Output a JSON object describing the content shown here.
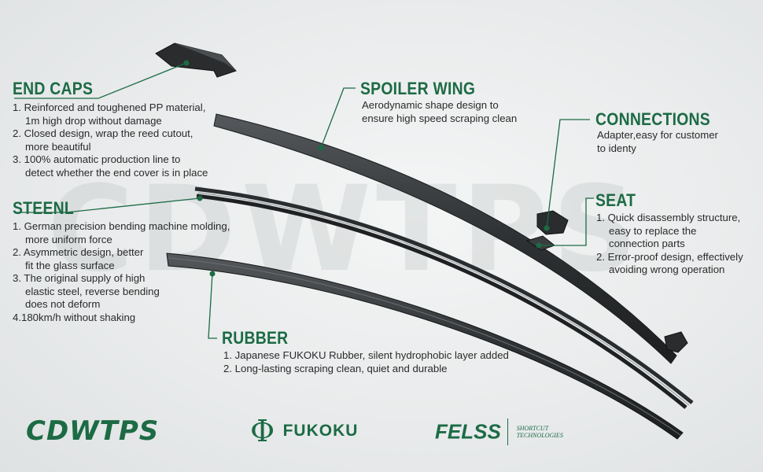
{
  "watermark": "CDWTPS",
  "sections": {
    "end_caps": {
      "title": "END CAPS",
      "lines": [
        "1. Reinforced and toughened PP material,",
        "1m high drop without damage",
        "2. Closed design, wrap the reed cutout,",
        "more beautiful",
        "3. 100% automatic production line to",
        "detect whether the end cover is in place"
      ]
    },
    "spoiler_wing": {
      "title": "SPOILER WING",
      "lines": [
        "Aerodynamic shape design to",
        "ensure high speed scraping clean"
      ]
    },
    "connections": {
      "title": "CONNECTIONS",
      "lines": [
        "Adapter,easy for customer",
        "to identy"
      ]
    },
    "steenl": {
      "title": "STEENL",
      "lines": [
        "1. German precision bending machine molding,",
        "more uniform force",
        "2. Asymmetric design, better",
        "fit the glass surface",
        "3. The original supply of high",
        "elastic steel, reverse bending",
        "does not deform",
        "4.180km/h without shaking"
      ]
    },
    "seat": {
      "title": "SEAT",
      "lines": [
        "1. Quick disassembly structure,",
        "easy to replace the",
        "connection parts",
        "2. Error-proof design, effectively",
        "avoiding wrong operation"
      ]
    },
    "rubber": {
      "title": "RUBBER",
      "lines": [
        "1. Japanese FUKOKU Rubber, silent hydrophobic layer added",
        "2. Long-lasting scraping clean, quiet and durable"
      ]
    }
  },
  "logos": {
    "cdwtps": "CDWTPS",
    "fukoku_symbol": "Φ",
    "fukoku": "FUKOKU",
    "felss": "FELSS",
    "felss_tag_1": "SHORTCUT",
    "felss_tag_2": "TECHNOLOGIES"
  },
  "colors": {
    "accent_green": "#1c6b45",
    "text": "#2a2a2a",
    "blade": "#333638"
  }
}
